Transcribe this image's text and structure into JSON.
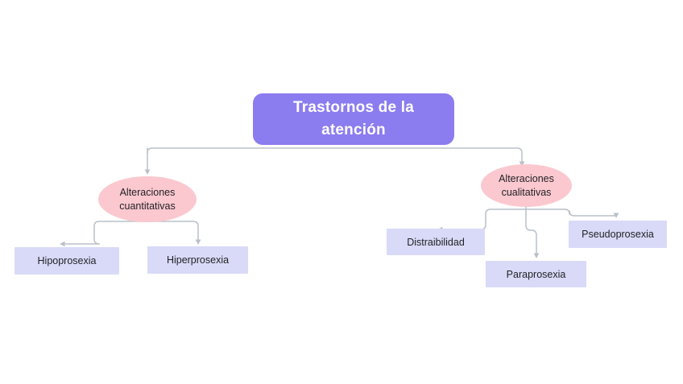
{
  "diagram": {
    "title_node": {
      "id": "root",
      "label": "Trastornos de la atención",
      "shape": "rounded-rectangle",
      "fill": "#8b7cf0",
      "text_color": "#ffffff"
    },
    "branches": [
      {
        "id": "alteraciones-cuantitativas",
        "label": "Alteraciones cuantitativas",
        "shape": "ellipse",
        "fill": "#fbc8cf",
        "children": [
          {
            "id": "hipoprosexia",
            "label": "Hipoprosexia",
            "shape": "rectangle",
            "fill": "#d9daf7"
          },
          {
            "id": "hiperprosexia",
            "label": "Hiperprosexia",
            "shape": "rectangle",
            "fill": "#d9daf7"
          }
        ]
      },
      {
        "id": "alteraciones-cualitativas",
        "label": "Alteraciones cualitativas",
        "shape": "ellipse",
        "fill": "#fbc8cf",
        "children": [
          {
            "id": "distraibilidad",
            "label": "Distraibilidad",
            "shape": "rectangle",
            "fill": "#d9daf7"
          },
          {
            "id": "paraprosexia",
            "label": "Paraprosexia",
            "shape": "rectangle",
            "fill": "#d9daf7"
          },
          {
            "id": "pseudoprosexia",
            "label": "Pseudoprosexia",
            "shape": "rectangle",
            "fill": "#d9daf7"
          }
        ]
      }
    ],
    "connector_color": "#b9c0c9",
    "background": "#ffffff"
  }
}
